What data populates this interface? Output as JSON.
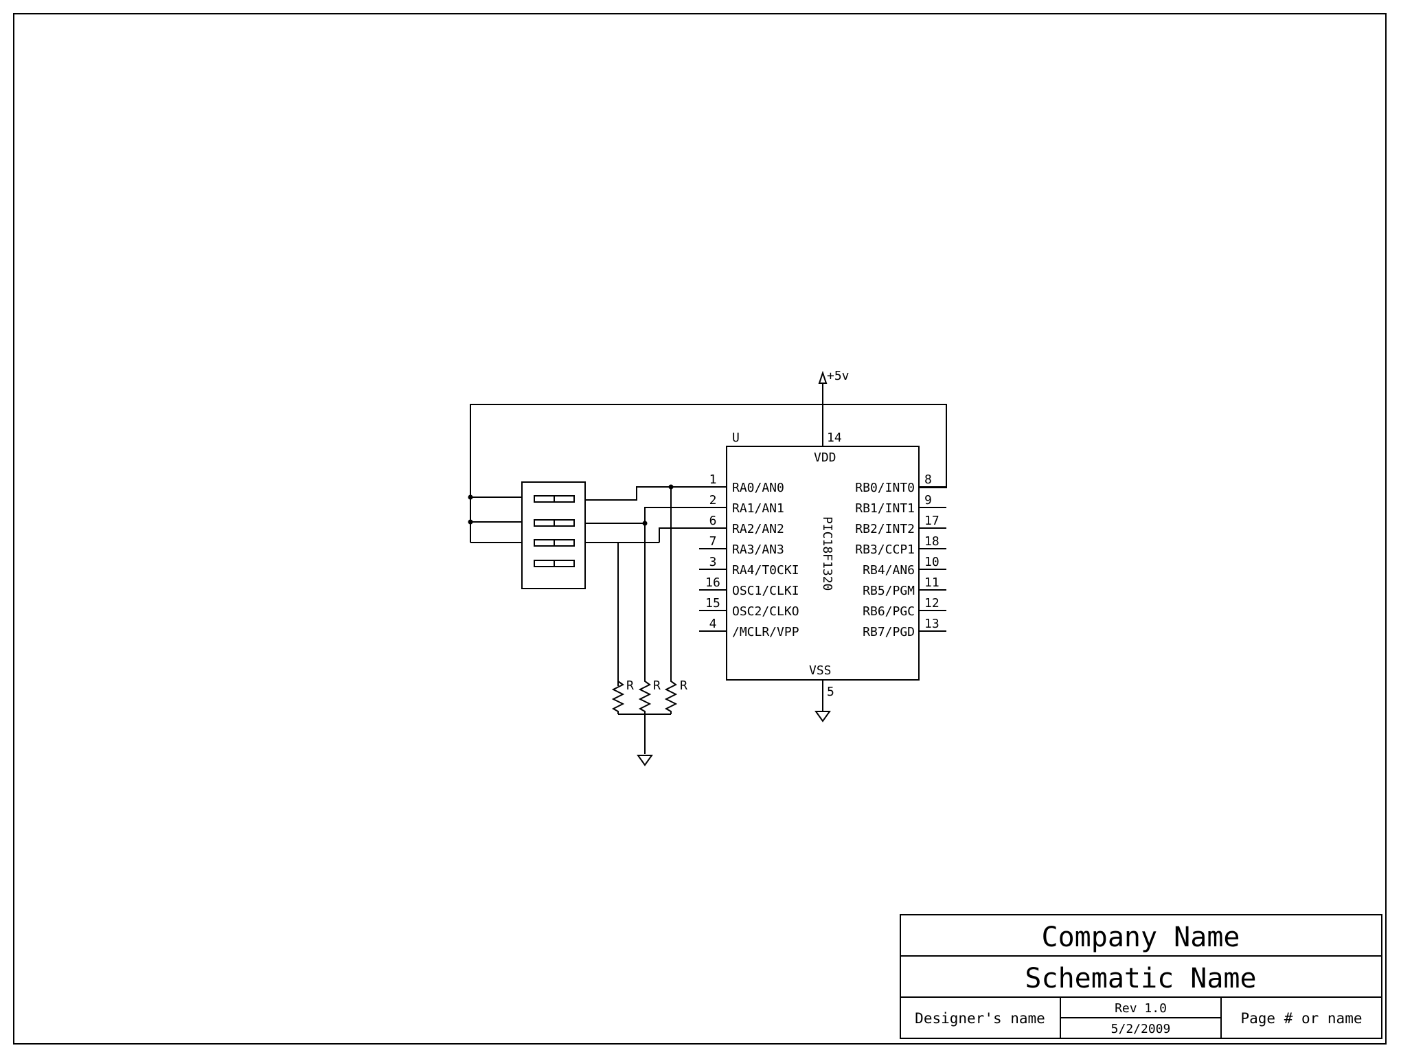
{
  "chip": {
    "designator": "U",
    "part_name": "PIC18F1320",
    "vdd_label": "VDD",
    "vdd_pin": "14",
    "vss_label": "VSS",
    "vss_pin": "5",
    "left_pins": [
      {
        "num": "1",
        "label": "RA0/AN0"
      },
      {
        "num": "2",
        "label": "RA1/AN1"
      },
      {
        "num": "6",
        "label": "RA2/AN2"
      },
      {
        "num": "7",
        "label": "RA3/AN3"
      },
      {
        "num": "3",
        "label": "RA4/T0CKI"
      },
      {
        "num": "16",
        "label": "OSC1/CLKI"
      },
      {
        "num": "15",
        "label": "OSC2/CLKO"
      },
      {
        "num": "4",
        "label": "/MCLR/VPP"
      }
    ],
    "right_pins": [
      {
        "num": "8",
        "label": "RB0/INT0"
      },
      {
        "num": "9",
        "label": "RB1/INT1"
      },
      {
        "num": "17",
        "label": "RB2/INT2"
      },
      {
        "num": "18",
        "label": "RB3/CCP1"
      },
      {
        "num": "10",
        "label": "RB4/AN6"
      },
      {
        "num": "11",
        "label": "RB5/PGM"
      },
      {
        "num": "12",
        "label": "RB6/PGC"
      },
      {
        "num": "13",
        "label": "RB7/PGD"
      }
    ]
  },
  "power": {
    "supply_label": "+5v"
  },
  "resistors": [
    {
      "label": "R"
    },
    {
      "label": "R"
    },
    {
      "label": "R"
    }
  ],
  "title_block": {
    "company": "Company Name",
    "schematic": "Schematic Name",
    "designer": "Designer's name",
    "revision": "Rev 1.0",
    "date": "5/2/2009",
    "page": "Page # or name"
  }
}
